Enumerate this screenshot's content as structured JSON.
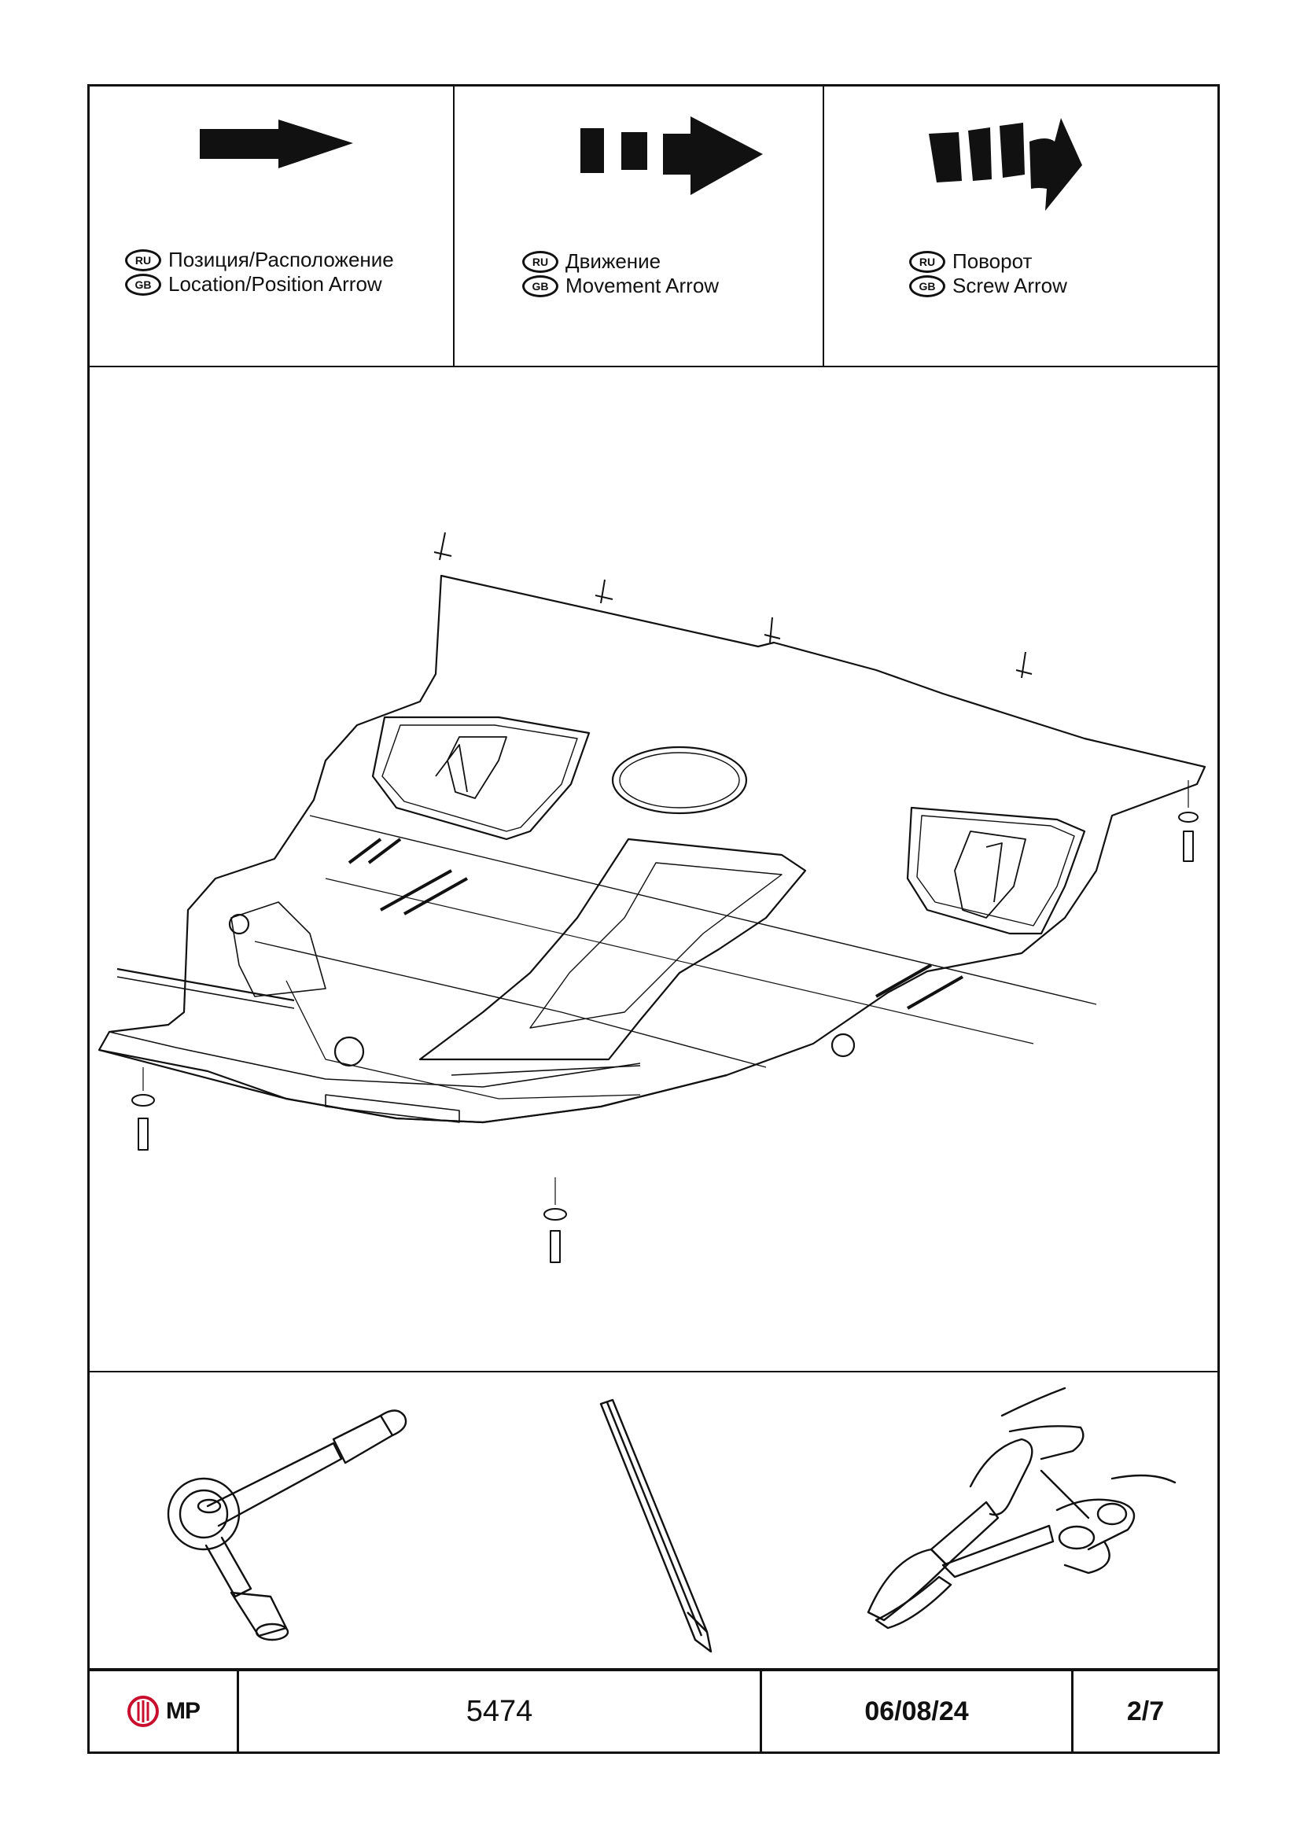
{
  "legend": [
    {
      "ru_code": "RU",
      "gb_code": "GB",
      "ru": "Позиция/Расположение",
      "en": "Location/Position Arrow",
      "icon": "solid-arrow-icon"
    },
    {
      "ru_code": "RU",
      "gb_code": "GB",
      "ru": "Движение",
      "en": "Movement Arrow",
      "icon": "dashed-arrow-icon"
    },
    {
      "ru_code": "RU",
      "gb_code": "GB",
      "ru": "Поворот",
      "en": "Screw Arrow",
      "icon": "curved-arrow-icon"
    }
  ],
  "tools": [
    "ratchet-wrench-icon",
    "screwdriver-icon",
    "wire-cutters-icon"
  ],
  "footer": {
    "brand": "MP",
    "article": "5474",
    "date": "06/08/24",
    "page": "2/7"
  },
  "colors": {
    "ink": "#111111",
    "brand_red": "#c8102e"
  }
}
